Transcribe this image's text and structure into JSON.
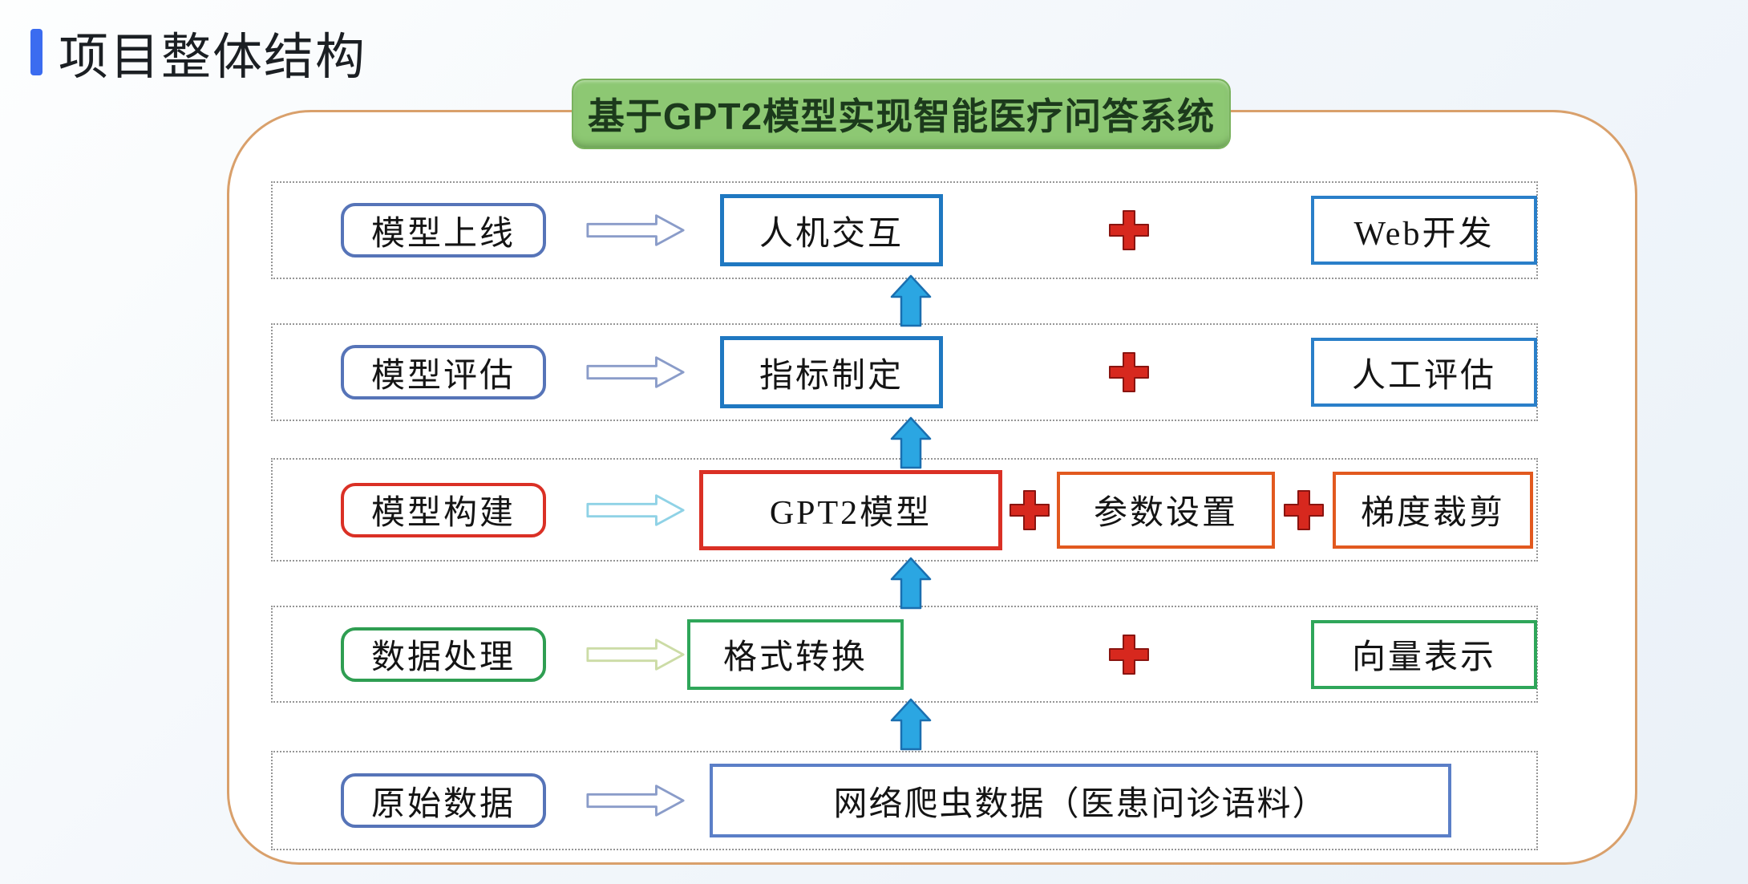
{
  "page": {
    "heading": "项目整体结构"
  },
  "diagram": {
    "title": "基于GPT2模型实现智能医疗问答系统",
    "rows": [
      {
        "stage": "模型上线",
        "items": [
          "人机交互",
          "Web开发"
        ]
      },
      {
        "stage": "模型评估",
        "items": [
          "指标制定",
          "人工评估"
        ]
      },
      {
        "stage": "模型构建",
        "items": [
          "GPT2模型",
          "参数设置",
          "梯度裁剪"
        ]
      },
      {
        "stage": "数据处理",
        "items": [
          "格式转换",
          "向量表示"
        ]
      },
      {
        "stage": "原始数据",
        "items": [
          "网络爬虫数据（医患问诊语料）"
        ]
      }
    ],
    "colors": {
      "container_border": "#d9a06b",
      "title_bg": "#8dc873",
      "blue_stage": "#5674b8",
      "blue_strong": "#1f78c1",
      "red": "#da3025",
      "orange": "#e2591f",
      "green": "#2f9e52",
      "up_arrow": "#2ba6e2",
      "plus": "#d7281e",
      "accent_bar": "#3b6cf0"
    }
  }
}
